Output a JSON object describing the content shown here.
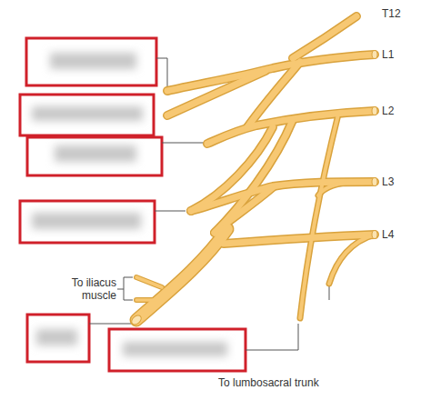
{
  "diagram": {
    "labels": [
      "T12",
      "L1",
      "L2",
      "L3",
      "L4",
      "To iliacus muscle",
      "To lumbosacral trunk"
    ]
  }
}
